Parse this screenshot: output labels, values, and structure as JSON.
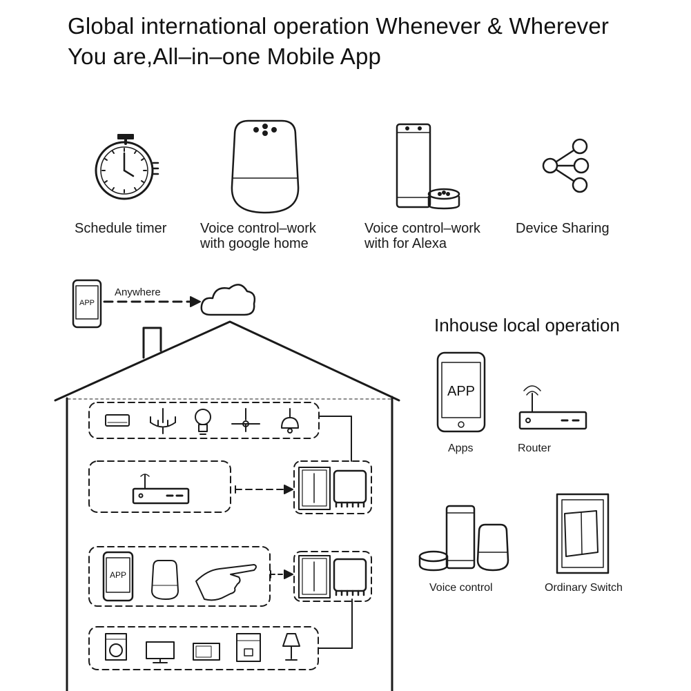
{
  "headline": {
    "line1": "Global international operation Whenever & Wherever",
    "line2": "You are,All–in–one Mobile App"
  },
  "features": [
    {
      "icon": "stopwatch-icon",
      "lines": [
        "Schedule timer"
      ]
    },
    {
      "icon": "google-home-speaker-icon",
      "lines": [
        "Voice control–work",
        "with google home"
      ]
    },
    {
      "icon": "alexa-echo-icon",
      "lines": [
        "Voice control–work",
        "with for Alexa"
      ]
    },
    {
      "icon": "share-icon",
      "lines": [
        "Device Sharing"
      ]
    }
  ],
  "remote": {
    "phone_label": "APP",
    "link_label": "Anywhere"
  },
  "house": {
    "control_phone_label": "APP"
  },
  "local": {
    "title": "Inhouse local operation",
    "apps_screen_label": "APP",
    "apps_label": "Apps",
    "router_label": "Router",
    "voice_label": "Voice control",
    "switch_label": "Ordinary Switch"
  },
  "colors": {
    "line": "#1a1a1a",
    "device_fill": "#ffffff"
  }
}
